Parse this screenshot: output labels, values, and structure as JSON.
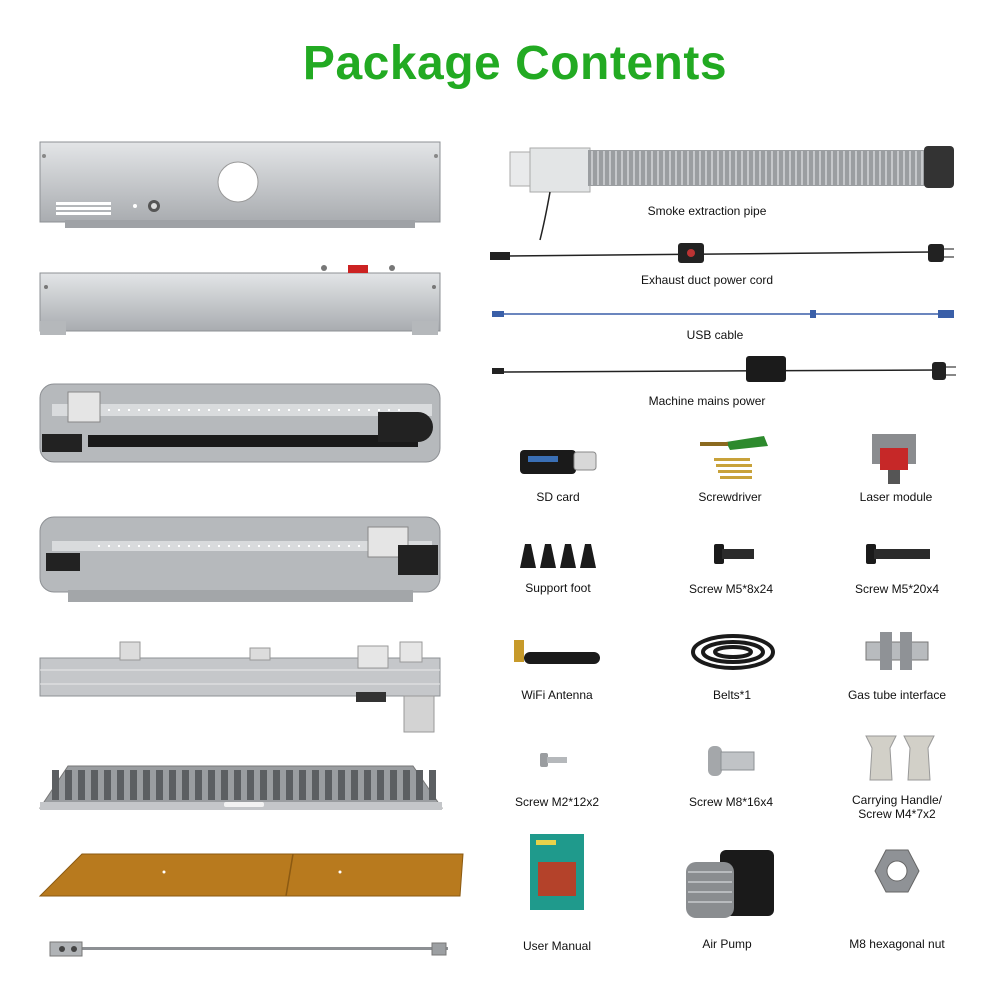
{
  "title": "Package Contents",
  "colors": {
    "title": "#22aa22",
    "aluminium": "#c8cacd",
    "aluminium_dark": "#8d9094",
    "honeycomb_board": "#b87a1e"
  },
  "left_column_parts": [
    {
      "icon": "front-panel-icon"
    },
    {
      "icon": "rear-panel-icon"
    },
    {
      "icon": "left-rail-icon"
    },
    {
      "icon": "right-rail-icon"
    },
    {
      "icon": "x-axis-beam-icon"
    },
    {
      "icon": "honeycomb-tray-icon"
    },
    {
      "icon": "bottom-board-icon"
    },
    {
      "icon": "rod-icon"
    }
  ],
  "cables": {
    "smoke_pipe": "Smoke extraction pipe",
    "exhaust_cord": "Exhaust duct power cord",
    "usb_cable": "USB cable",
    "mains_power": "Machine mains power"
  },
  "accessories": {
    "sd_card": "SD card",
    "screwdriver": "Screwdriver",
    "laser_module": "Laser module",
    "support_foot": "Support foot",
    "screw_m5_8x24": "Screw M5*8x24",
    "screw_m5_20x4": "Screw M5*20x4",
    "wifi_antenna": "WiFi Antenna",
    "belts": "Belts*1",
    "gas_tube": "Gas tube interface",
    "screw_m2": "Screw M2*12x2",
    "screw_m8": "Screw M8*16x4",
    "carrying_handle_line1": "Carrying Handle/",
    "carrying_handle_line2": "Screw M4*7x2",
    "user_manual": "User Manual",
    "air_pump": "Air Pump",
    "m8_nut": "M8 hexagonal nut"
  }
}
